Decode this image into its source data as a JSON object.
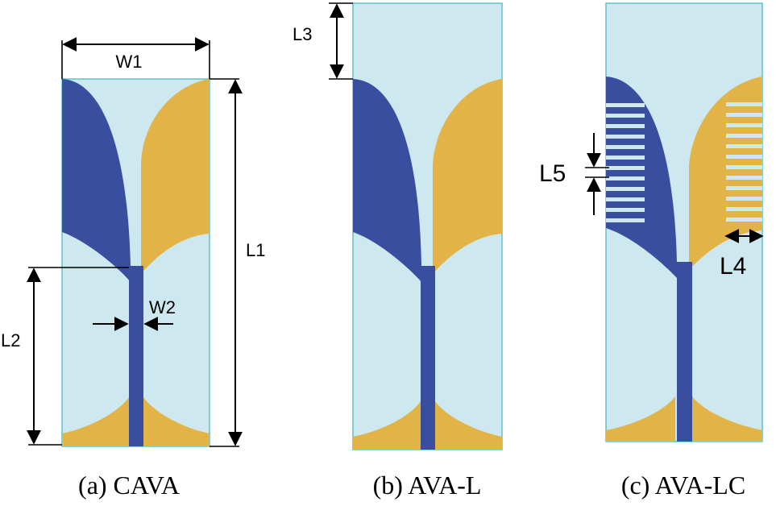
{
  "colors": {
    "substrate": "#CDE8EE",
    "substrate_border": "#5FC3C8",
    "top_metal": "#3A4EA0",
    "bottom_metal": "#E2B448",
    "slot": "#CDE8EE",
    "arrow": "#000000"
  },
  "panels": [
    {
      "caption": "(a) CAVA",
      "dimensions": {
        "w1": "W1",
        "w2": "W2",
        "l1": "L1",
        "l2": "L2"
      }
    },
    {
      "caption": "(b) AVA-L",
      "dimensions": {
        "l3": "L3"
      }
    },
    {
      "caption": "(c) AVA-LC",
      "dimensions": {
        "l5": "L5",
        "l4": "L4"
      }
    }
  ]
}
